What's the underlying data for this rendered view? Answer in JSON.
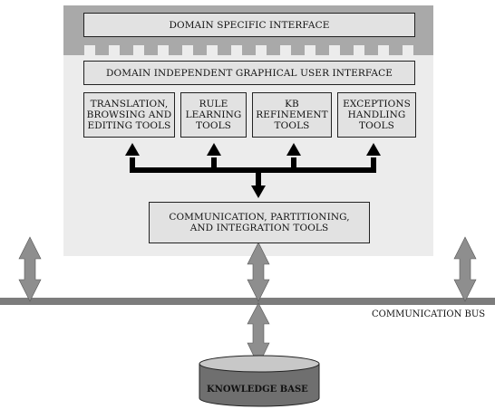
{
  "diagram": {
    "domain_specific_interface": "DOMAIN SPECIFIC INTERFACE",
    "domain_independent_gui": "DOMAIN INDEPENDENT GRAPHICAL USER INTERFACE",
    "tools": [
      "TRANSLATION,\nBROWSING AND\nEDITING TOOLS",
      "RULE\nLEARNING\nTOOLS",
      "KB\nREFINEMENT\nTOOLS",
      "EXCEPTIONS\nHANDLING\nTOOLS"
    ],
    "communication_tools": "COMMUNICATION, PARTITIONING,\nAND INTEGRATION TOOLS",
    "communication_bus": "COMMUNICATION BUS",
    "knowledge_base": "KNOWLEDGE BASE"
  },
  "colors": {
    "panel_light": "#ececec",
    "panel_dark": "#a9a9a9",
    "box_fill": "#e2e2e2",
    "bus": "#7c7c7c",
    "double_arrow": "#8e8e8e",
    "kb_body": "#6f6f6f",
    "kb_top": "#c8c8c8"
  }
}
